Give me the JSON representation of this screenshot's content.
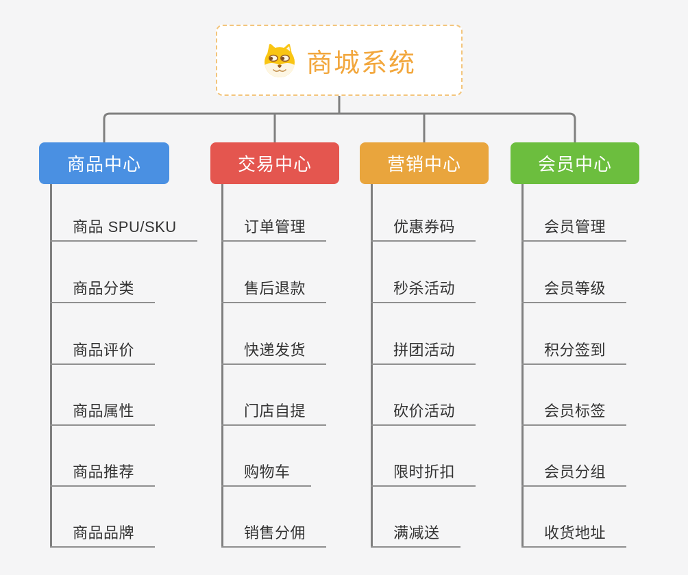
{
  "root": {
    "title": "商城系统",
    "icon": "dog-face-icon"
  },
  "branches": [
    {
      "label": "商品中心",
      "color": "#4a90e2",
      "items": [
        "商品 SPU/SKU",
        "商品分类",
        "商品评价",
        "商品属性",
        "商品推荐",
        "商品品牌"
      ]
    },
    {
      "label": "交易中心",
      "color": "#e4564f",
      "items": [
        "订单管理",
        "售后退款",
        "快递发货",
        "门店自提",
        "购物车",
        "销售分佣"
      ]
    },
    {
      "label": "营销中心",
      "color": "#e9a53d",
      "items": [
        "优惠券码",
        "秒杀活动",
        "拼团活动",
        "砍价活动",
        "限时折扣",
        "满减送"
      ]
    },
    {
      "label": "会员中心",
      "color": "#6cbe3e",
      "items": [
        "会员管理",
        "会员等级",
        "积分签到",
        "会员标签",
        "会员分组",
        "收货地址"
      ]
    }
  ],
  "colors": {
    "background": "#f5f5f6",
    "connector_line": "#7f7f7f",
    "leaf_underline": "#8f8f8f",
    "root_border": "#f3c57c",
    "root_text": "#f2a73d",
    "leaf_text": "#333333"
  }
}
